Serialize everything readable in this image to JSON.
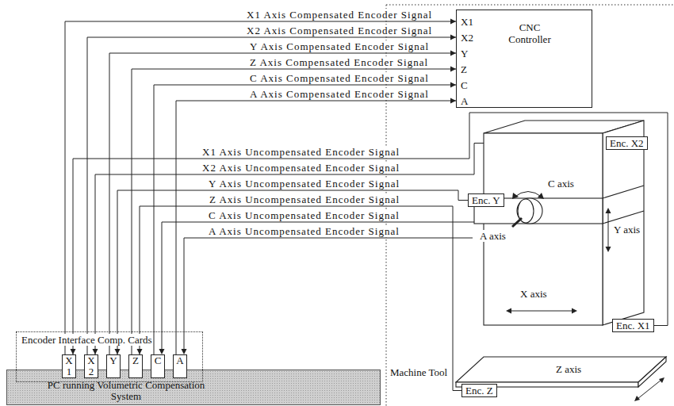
{
  "diagram": {
    "nodes": [
      {
        "text": [
          "CNC Controller"
        ]
      },
      {
        "text": [
          "Enc. X2"
        ]
      },
      {
        "text": [
          "Enc. Y"
        ]
      },
      {
        "text": [
          "Enc. X1"
        ]
      },
      {
        "text": [
          "Encoder Interface Comp. Cards"
        ]
      },
      {
        "text": [
          "X 1"
        ],
        "in": 4
      },
      {
        "text": [
          "X 2"
        ],
        "in": 4
      },
      {
        "text": [
          "Y"
        ],
        "in": 4
      },
      {
        "text": [
          "Z"
        ],
        "in": 4
      },
      {
        "text": [
          "C"
        ],
        "in": 4
      },
      {
        "text": [
          "A"
        ],
        "in": 4
      },
      {
        "text": [
          "Enc. Z"
        ]
      },
      {
        "text": [
          "PC running Volumetric Compensation System"
        ]
      }
    ],
    "edges": [
      {
        "from": 5,
        "to": 0,
        "arrow": "to",
        "label": "X1 Axis Compensated Encoder Signal"
      },
      {
        "from": 6,
        "to": 0,
        "arrow": "to",
        "label": "X2 Axis Compensated Encoder Signal"
      },
      {
        "from": 7,
        "to": 0,
        "arrow": "to",
        "label": "Y Axis Compensated Encoder Signal"
      },
      {
        "from": 8,
        "to": 0,
        "arrow": "to",
        "label": "Z Axis Compensated Encoder Signal"
      },
      {
        "from": 9,
        "to": 0,
        "arrow": "to",
        "label": "C Axis Compensated Encoder Signal"
      },
      {
        "from": 10,
        "to": 0,
        "arrow": "to",
        "label": "A Axis Compensated Encoder Signal"
      },
      {
        "from": 3,
        "to": 5,
        "arrow": "to",
        "label": "X1 Axis Uncompensated Encoder Signal"
      },
      {
        "from": 1,
        "to": 6,
        "arrow": "to",
        "label": "X2 Axis Uncompensated Encoder Signal"
      },
      {
        "from": 2,
        "to": 7,
        "arrow": "to",
        "label": "Y Axis Uncompensated Encoder Signal"
      },
      {
        "from": 11,
        "to": 8,
        "arrow": "to",
        "label": "Z Axis Uncompensated Encoder Signal"
      }
    ],
    "labels": [
      "X1",
      "X2",
      "Y",
      "Z",
      "C",
      "A",
      "C Axis Uncompensated Encoder Signal",
      "A Axis Uncompensated Encoder Signal",
      "C axis",
      "A axis",
      "Y axis",
      "X axis",
      "Z axis",
      "Machine Tool"
    ]
  }
}
